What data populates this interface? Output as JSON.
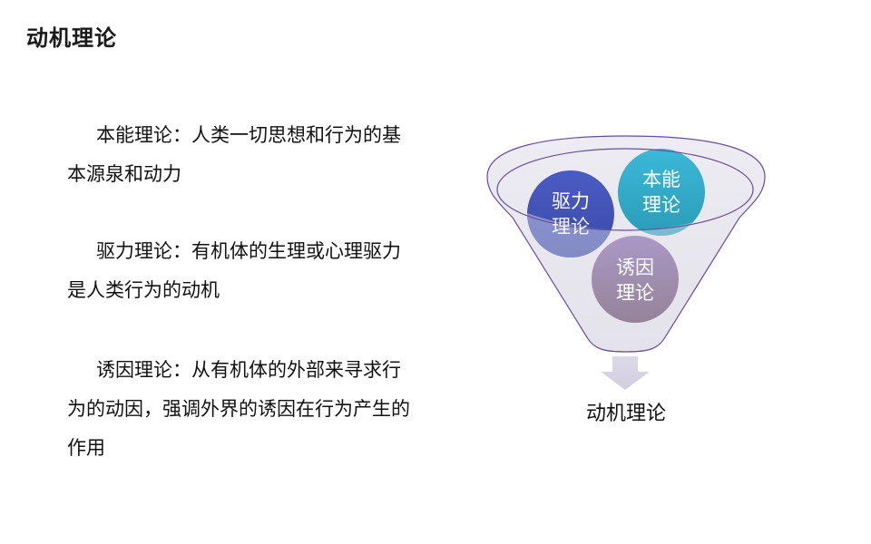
{
  "slide": {
    "title": "动机理论"
  },
  "paragraphs": [
    {
      "id": "instinct",
      "text": "本能理论：人类一切思想和行为的基本源泉和动力"
    },
    {
      "id": "drive",
      "text": "驱力理论：有机体的生理或心理驱力是人类行为的动机"
    },
    {
      "id": "incentive",
      "text": "诱因理论：从有机体的外部来寻求行为的动因，强调外界的诱因在行为产生的作用"
    }
  ],
  "funnel": {
    "bubbles": [
      {
        "id": "drive",
        "line1": "驱力",
        "line2": "理论",
        "color_top": "#4a5bc4",
        "color_bottom": "#3b4aa6"
      },
      {
        "id": "instinct",
        "line1": "本能",
        "line2": "理论",
        "color_top": "#3db8d8",
        "color_bottom": "#2a9cb8"
      },
      {
        "id": "incentive",
        "line1": "诱因",
        "line2": "理论",
        "color_top": "#a996c4",
        "color_bottom": "#94819f"
      }
    ],
    "outline_color": "#6a4c9c",
    "fill_color": "#e8e6ee",
    "arrow_color": "#d9d6e6",
    "result_label": "动机理论"
  }
}
